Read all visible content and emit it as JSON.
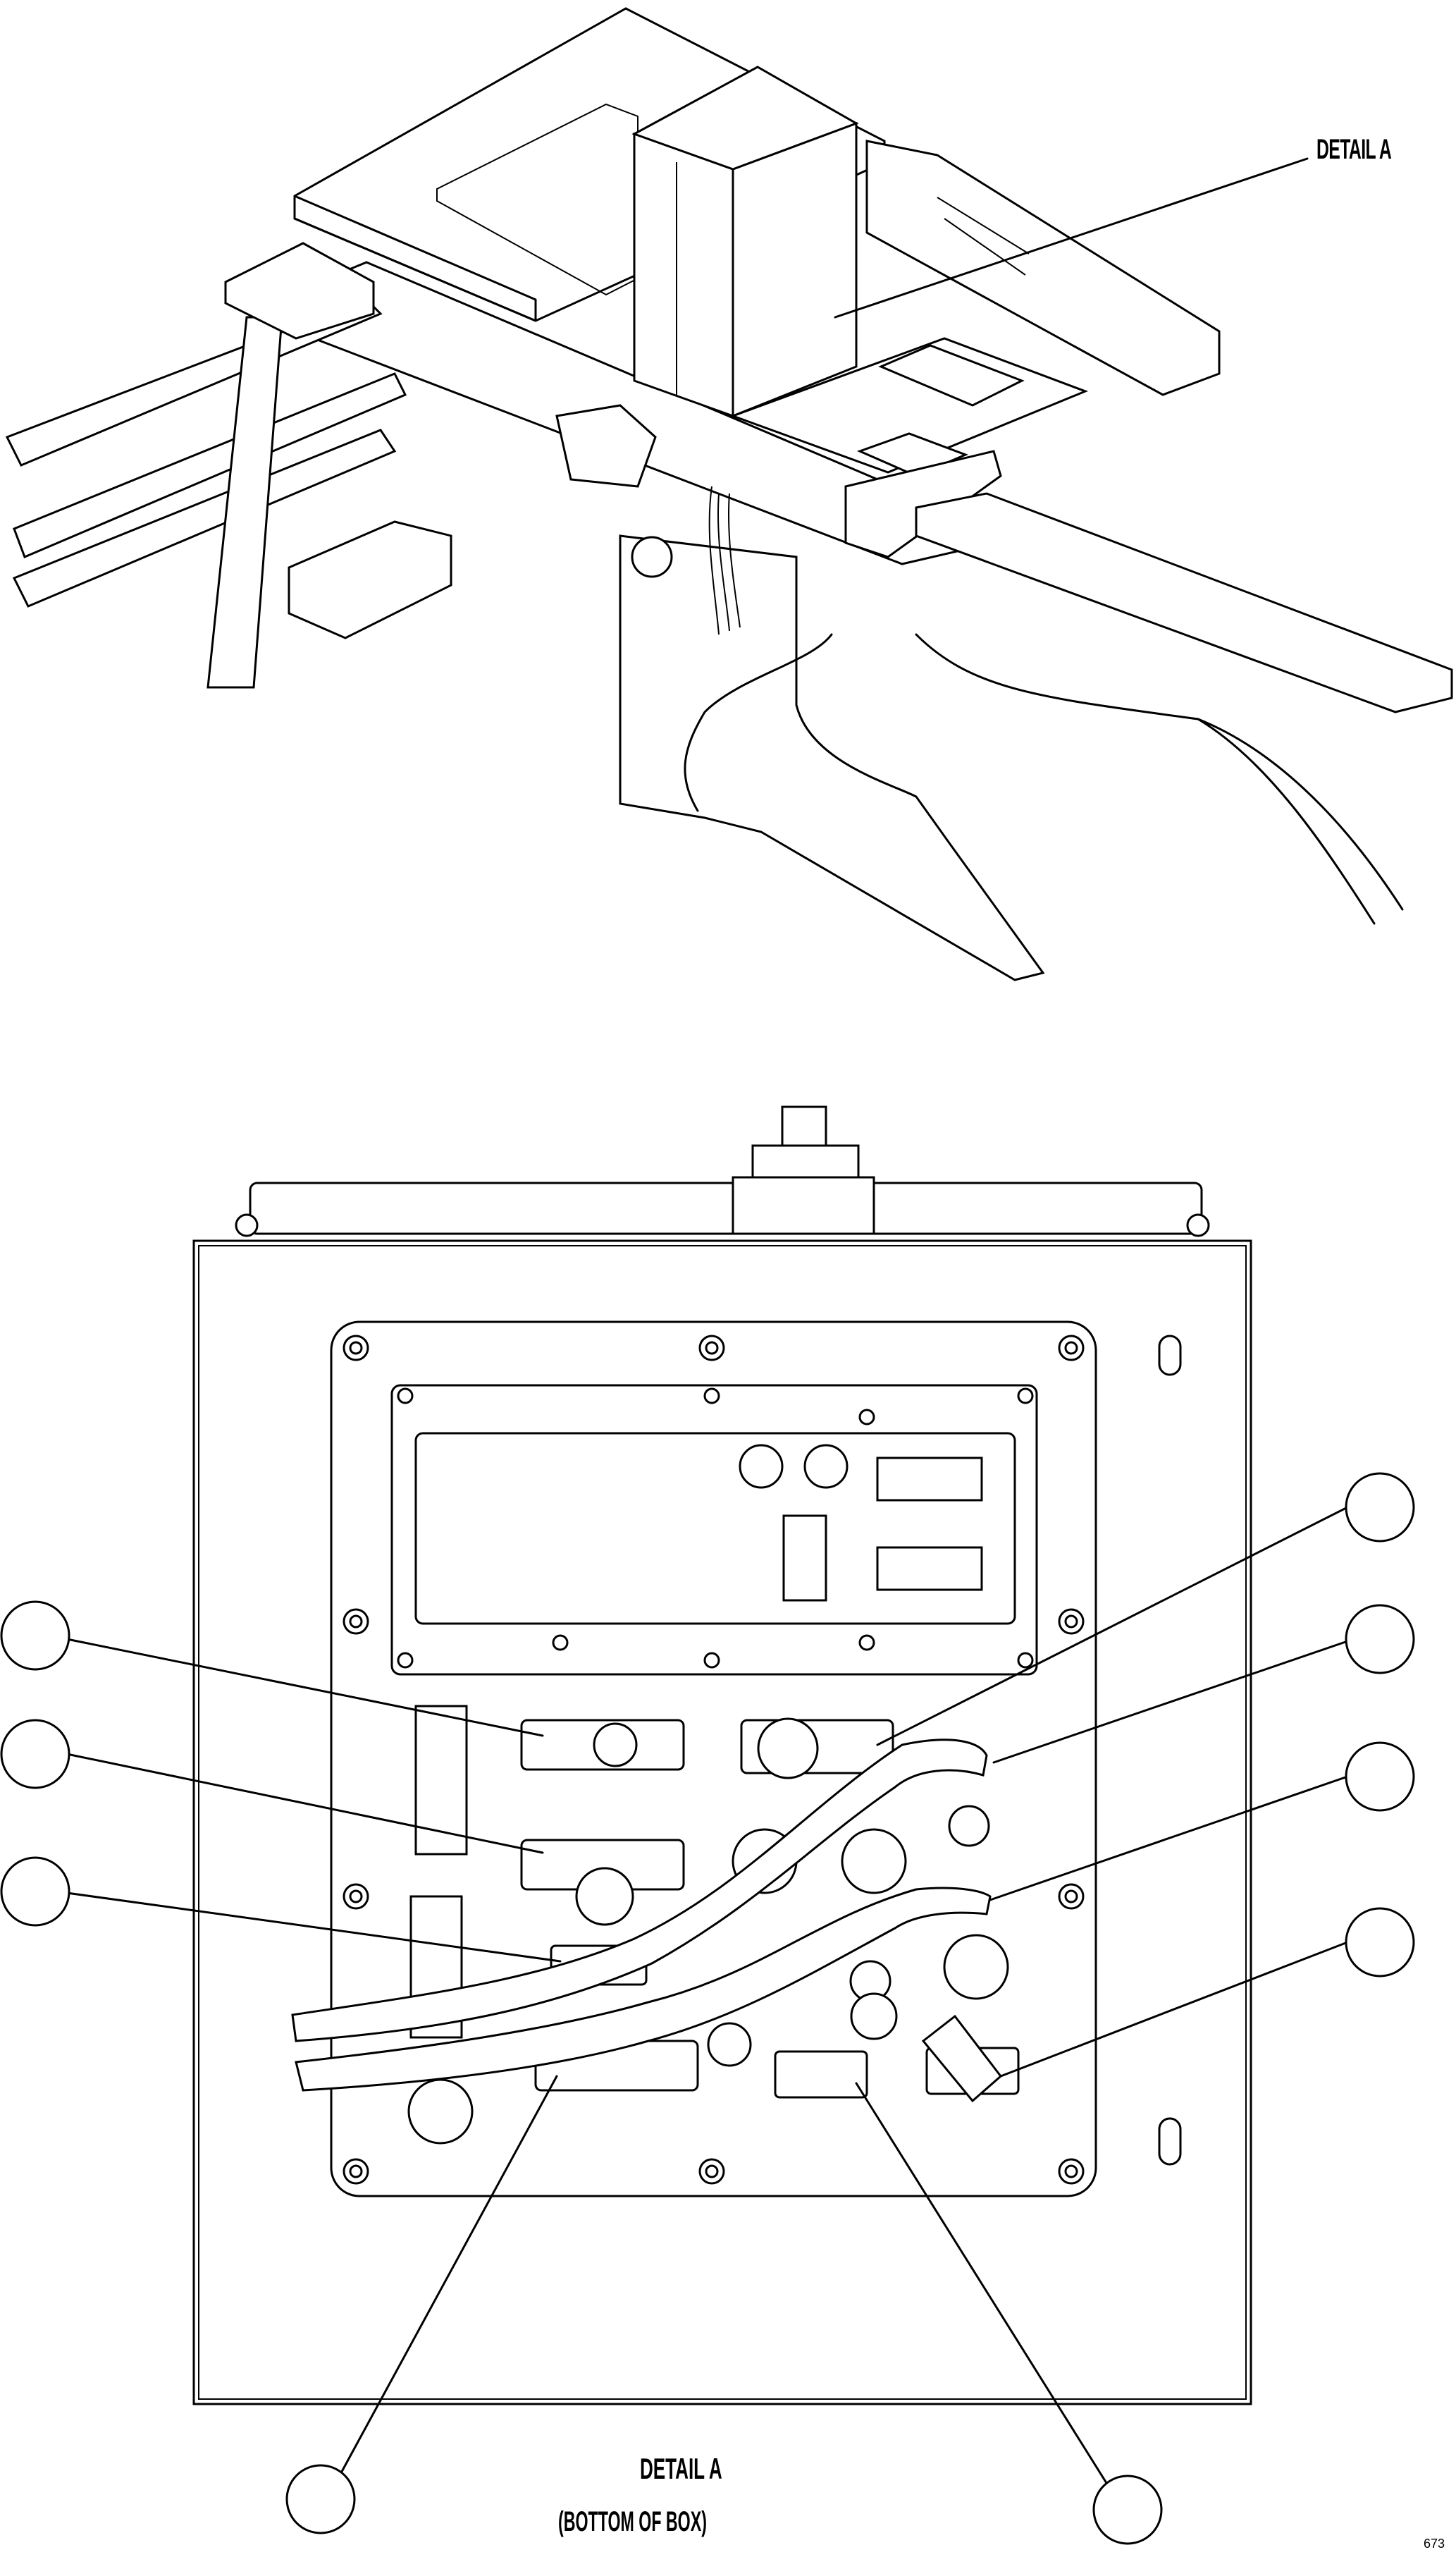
{
  "labels": {
    "top_callout": "DETAIL A",
    "caption_title": "DETAIL A",
    "caption_subtitle": "(BOTTOM OF BOX)",
    "figure_code": "673"
  },
  "balloons": [
    {
      "id": "balloon-left-1",
      "text": ""
    },
    {
      "id": "balloon-left-2",
      "text": ""
    },
    {
      "id": "balloon-left-3",
      "text": ""
    },
    {
      "id": "balloon-right-1",
      "text": ""
    },
    {
      "id": "balloon-right-2",
      "text": ""
    },
    {
      "id": "balloon-right-3",
      "text": ""
    },
    {
      "id": "balloon-right-4",
      "text": ""
    },
    {
      "id": "balloon-bottom-left",
      "text": ""
    },
    {
      "id": "balloon-bottom-right",
      "text": ""
    }
  ]
}
